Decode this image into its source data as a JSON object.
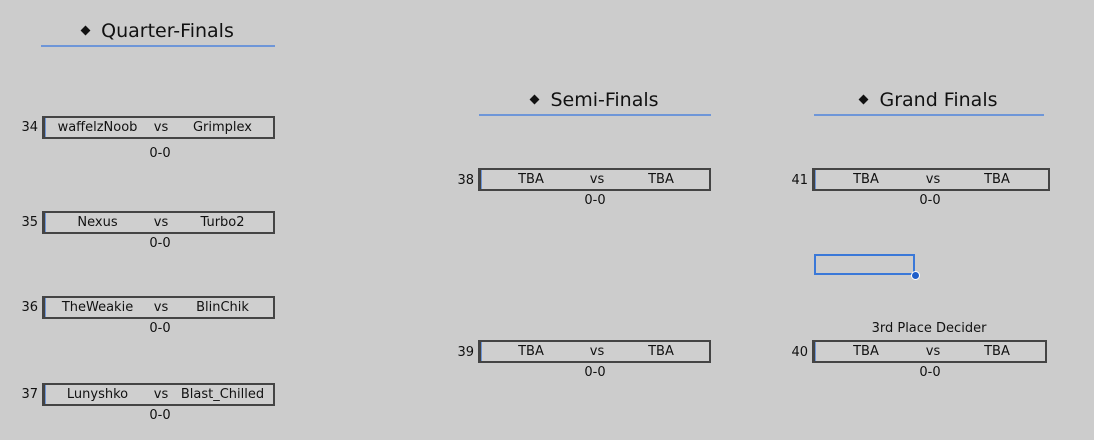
{
  "rounds": {
    "quarter": {
      "title": "Quarter-Finals"
    },
    "semi": {
      "title": "Semi-Finals"
    },
    "grand": {
      "title": "Grand Finals"
    }
  },
  "separator": "vs",
  "matches": {
    "m34": {
      "number": "34",
      "p1": "waffelzNoob",
      "p2": "Grimplex",
      "score": "0-0"
    },
    "m35": {
      "number": "35",
      "p1": "Nexus",
      "p2": "Turbo2",
      "score": "0-0"
    },
    "m36": {
      "number": "36",
      "p1": "TheWeakie",
      "p2": "BlinChik",
      "score": "0-0"
    },
    "m37": {
      "number": "37",
      "p1": "Lunyshko",
      "p2": "Blast_Chilled",
      "score": "0-0"
    },
    "m38": {
      "number": "38",
      "p1": "TBA",
      "p2": "TBA",
      "score": "0-0"
    },
    "m39": {
      "number": "39",
      "p1": "TBA",
      "p2": "TBA",
      "score": "0-0"
    },
    "m41": {
      "number": "41",
      "p1": "TBA",
      "p2": "TBA",
      "score": "0-0"
    },
    "m40": {
      "number": "40",
      "p1": "TBA",
      "p2": "TBA",
      "score": "0-0"
    }
  },
  "third_place_label": "3rd Place Decider",
  "colors": {
    "background": "#cccccc",
    "accent": "#6e96d8",
    "selection": "#3a78d8"
  }
}
